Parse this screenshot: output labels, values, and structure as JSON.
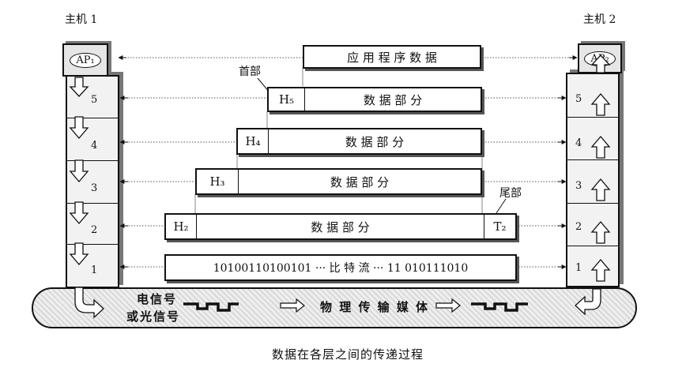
{
  "host1": {
    "label": "主机 1",
    "ap": "AP₁",
    "layers": [
      "5",
      "4",
      "3",
      "2",
      "1"
    ]
  },
  "host2": {
    "label": "主机 2",
    "ap": "AP₂",
    "layers": [
      "5",
      "4",
      "3",
      "2",
      "1"
    ]
  },
  "units": {
    "app": "应 用 程 序 数 据",
    "h5": "H₅",
    "l5": "数 据 部 分",
    "h4": "H₄",
    "l4": "数 据 部 分",
    "h3": "H₃",
    "l3": "数 据 部 分",
    "h2": "H₂",
    "l2": "数 据 部 分",
    "t2": "T₂",
    "bits": "10100110100101 ···   比   特   流   ···  11 010111010"
  },
  "annotations": {
    "header": "首部",
    "trailer": "尾部"
  },
  "medium": {
    "signal_line1": "电信号",
    "signal_line2": "或光信号",
    "label": "物 理 传 输 媒 体"
  },
  "caption": "数据在各层之间的传递过程"
}
